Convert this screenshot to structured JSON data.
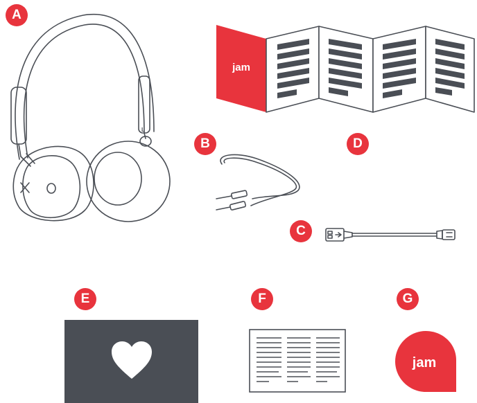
{
  "colors": {
    "accent": "#e8343d",
    "line": "#4a4e55",
    "dark_card": "#4a4e55",
    "white": "#ffffff"
  },
  "labels": {
    "a": "A",
    "b": "B",
    "c": "C",
    "d": "D",
    "e": "E",
    "f": "F",
    "g": "G"
  },
  "items": {
    "a": "headphones-illustration",
    "b": "aux-cable-illustration",
    "c": "usb-cable-illustration",
    "d": "folded-quick-start-guide-illustration",
    "e": "dark-card-with-heart-icon",
    "f": "printed-manual-sheet",
    "g": "jam-sticker-logo"
  },
  "headphone_side_marker": "L",
  "brand_logo_text": "jam"
}
